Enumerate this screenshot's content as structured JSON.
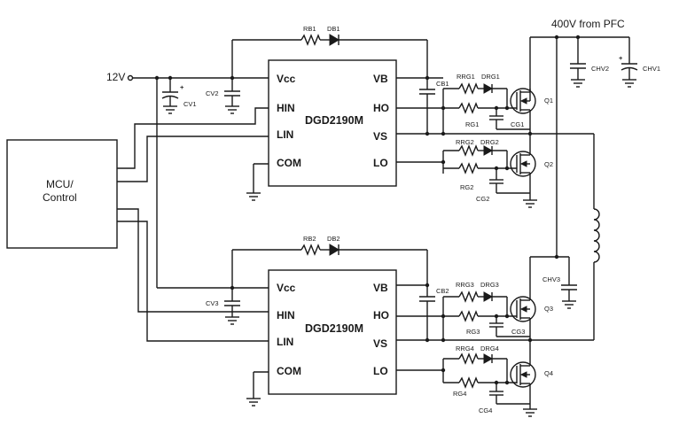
{
  "supply_label": "400V from PFC",
  "input_label": "12V",
  "mcu_label": [
    "MCU/",
    "Control"
  ],
  "ic_name": "DGD2190M",
  "pins": {
    "vcc": "Vcc",
    "hin": "HIN",
    "lin": "LIN",
    "com": "COM",
    "vb": "VB",
    "ho": "HO",
    "vs": "VS",
    "lo": "LO"
  },
  "components": {
    "rb1": "RB1",
    "db1": "DB1",
    "rb2": "RB2",
    "db2": "DB2",
    "cv1": "CV1",
    "cv2": "CV2",
    "cv3": "CV3",
    "cb1": "CB1",
    "cb2": "CB2",
    "rrg1": "RRG1",
    "drg1": "DRG1",
    "rg1": "RG1",
    "cg1": "CG1",
    "rrg2": "RRG2",
    "drg2": "DRG2",
    "rg2": "RG2",
    "cg2": "CG2",
    "rrg3": "RRG3",
    "drg3": "DRG3",
    "rg3": "RG3",
    "cg3": "CG3",
    "rrg4": "RRG4",
    "drg4": "DRG4",
    "rg4": "RG4",
    "cg4": "CG4",
    "chv1": "CHV1",
    "chv2": "CHV2",
    "chv3": "CHV3",
    "q1": "Q1",
    "q2": "Q2",
    "q3": "Q3",
    "q4": "Q4"
  },
  "polarity_marks": [
    "+",
    "+"
  ]
}
